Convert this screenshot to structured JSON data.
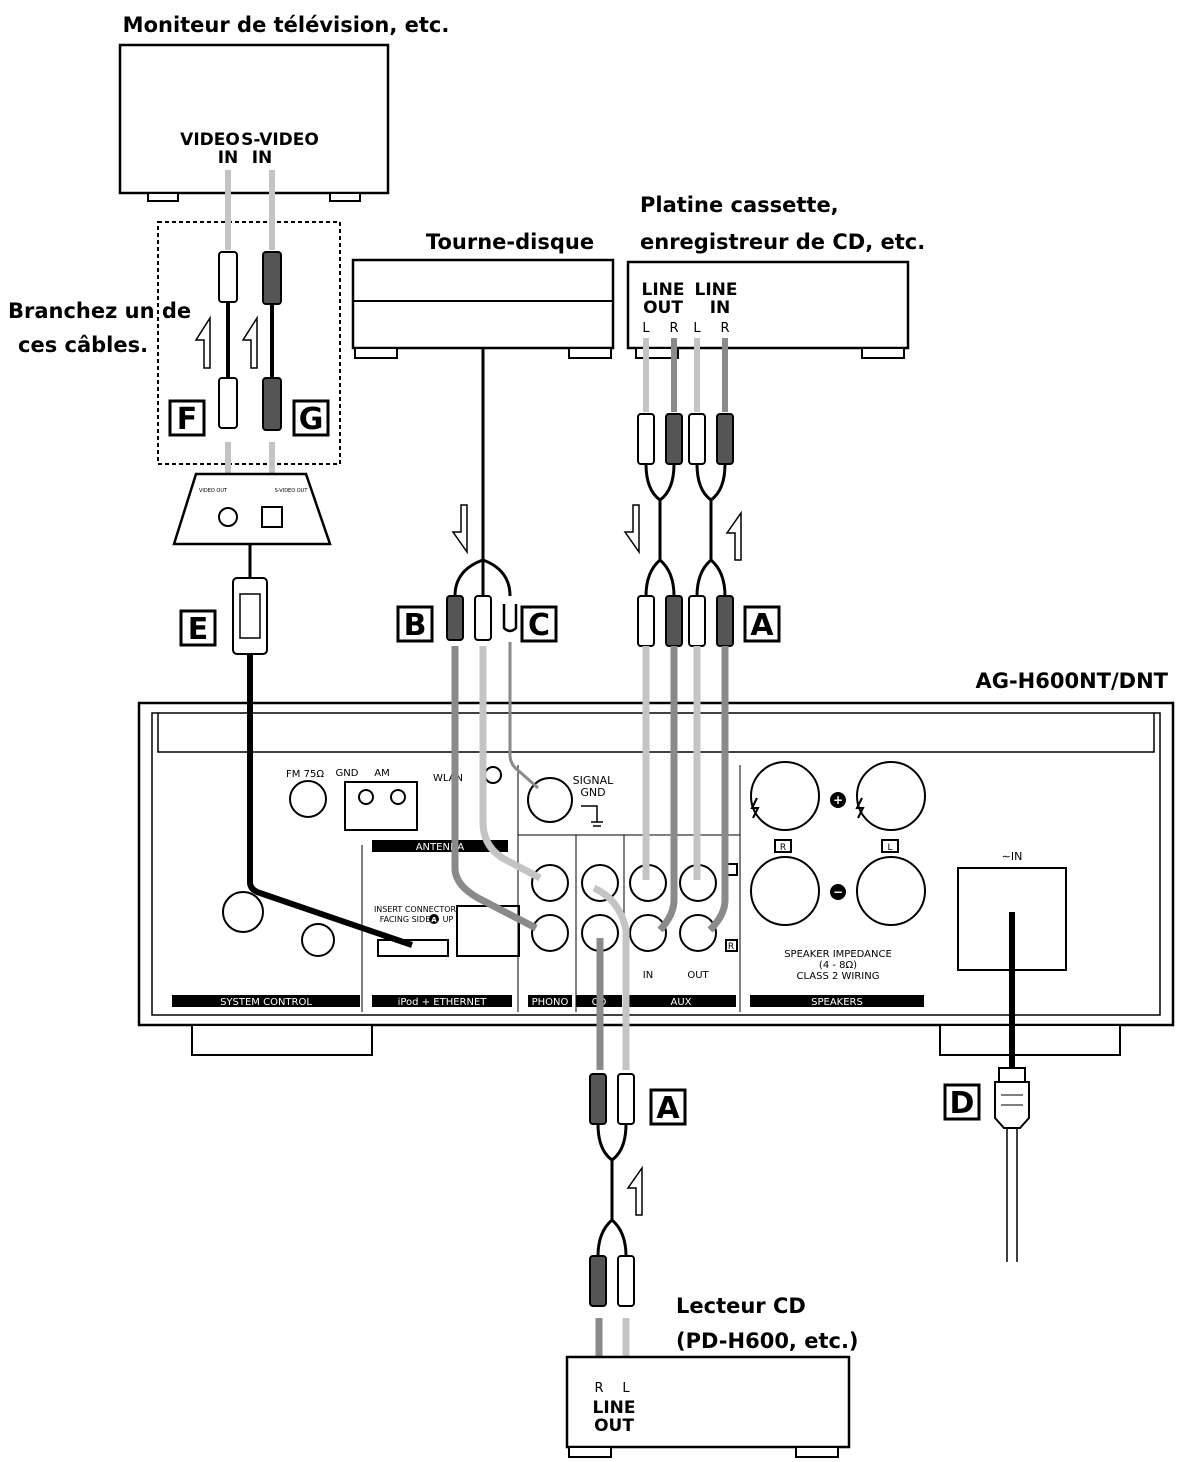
{
  "devices": {
    "tv_monitor": "Moniteur de télévision, etc.",
    "turntable": "Tourne-disque",
    "cassette_line1": "Platine cassette,",
    "cassette_line2": "enregistreur de CD, etc.",
    "amplifier_model": "AG-H600NT/DNT",
    "cd_player_line1": "Lecteur CD",
    "cd_player_line2": "(PD-H600, etc.)"
  },
  "note": {
    "line1": "Branchez un de",
    "line2": "ces câbles."
  },
  "tv_jacks": {
    "video_in_1": "VIDEO",
    "video_in_2": "IN",
    "svideo_in_1": "S-VIDEO",
    "svideo_in_2": "IN"
  },
  "cassette_jacks": {
    "line_out_1": "LINE",
    "line_out_2": "OUT",
    "line_in_1": "LINE",
    "line_in_2": "IN",
    "ch_l": "L",
    "ch_r": "R"
  },
  "cd_jacks": {
    "ch_r": "R",
    "ch_l": "L",
    "line_1": "LINE",
    "line_2": "OUT"
  },
  "dock": {
    "video_out": "VIDEO OUT",
    "svideo_out": "S-VIDEO OUT"
  },
  "panel": {
    "fm": "FM 75Ω",
    "gnd": "GND",
    "am": "AM",
    "wlan": "WLAN",
    "signal_gnd_1": "SIGNAL",
    "signal_gnd_2": "GND",
    "antenna": "ANTENNA",
    "insert_1": "INSERT CONNECTOR",
    "insert_2": "FACING SIDE",
    "insert_3": "UP",
    "insert_symbol": "A",
    "in": "IN",
    "out": "OUT",
    "r_mark": "R",
    "l_mark": "L",
    "ac_in": "∼IN",
    "impedance_1": "SPEAKER IMPEDANCE",
    "impedance_2": "(4 - 8Ω)",
    "impedance_3": "CLASS 2 WIRING",
    "section_system_control": "SYSTEM CONTROL",
    "section_ipod": "iPod + ETHERNET",
    "section_phono": "PHONO",
    "section_cd": "CD",
    "section_aux": "AUX",
    "section_speakers": "SPEAKERS",
    "plus": "+",
    "minus": "−"
  },
  "cable_labels": {
    "A": "A",
    "B": "B",
    "C": "C",
    "D": "D",
    "E": "E",
    "F": "F",
    "G": "G"
  },
  "colors": {
    "cable_light": "#c4c4c4",
    "cable_mid": "#8a8a8a",
    "cable_dark": "#000000",
    "plug_dark": "#555555"
  }
}
